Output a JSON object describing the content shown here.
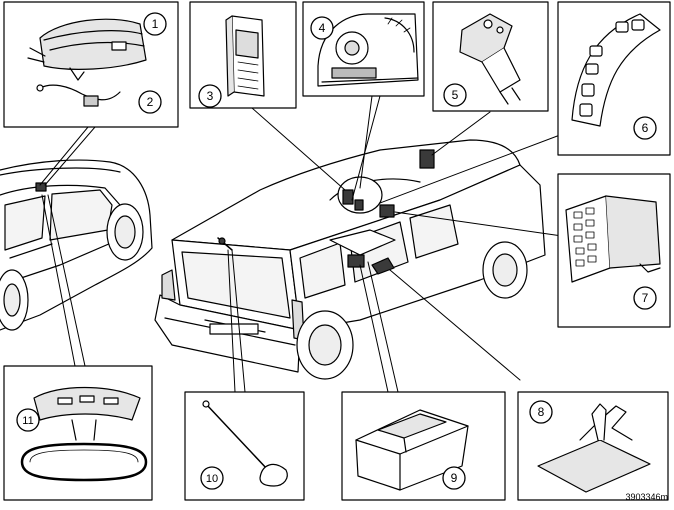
{
  "callouts": [
    "1",
    "2",
    "3",
    "4",
    "5",
    "6",
    "7",
    "8",
    "9",
    "10",
    "11"
  ],
  "image_code": "3903346m",
  "colors": {
    "line": "#000000",
    "fill_light": "#f0f0f0",
    "fill_mid": "#c8c8c8",
    "fill_dark": "#3a3a3a",
    "background": "#ffffff"
  }
}
